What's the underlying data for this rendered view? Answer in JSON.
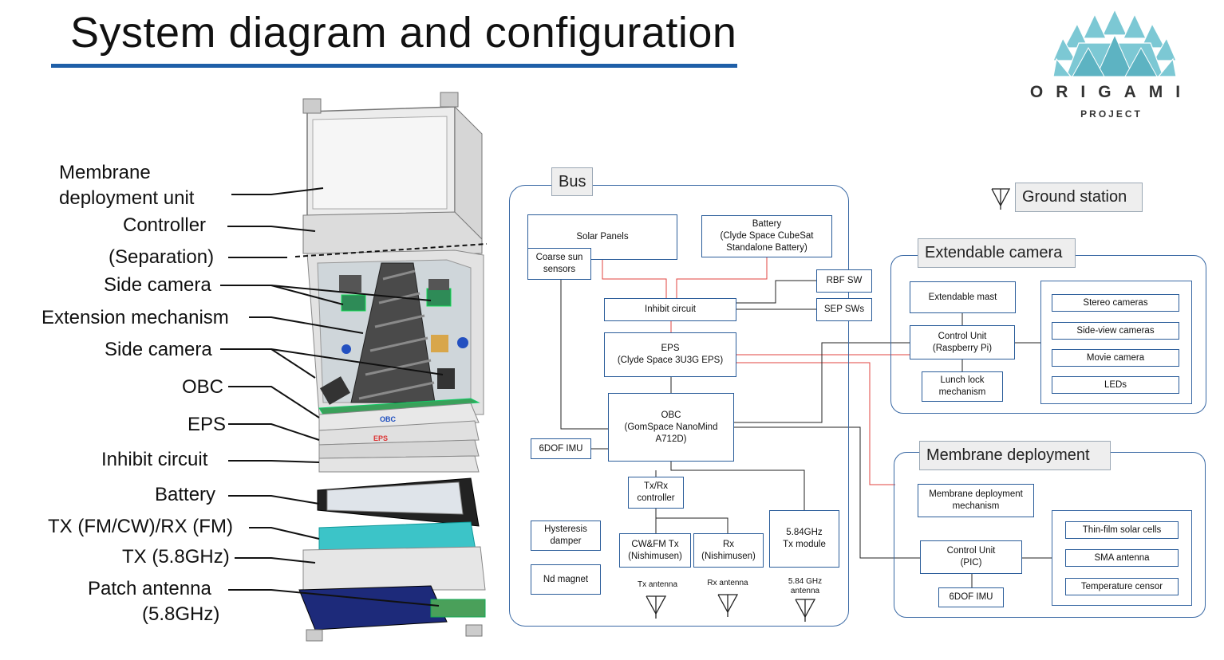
{
  "title": "System diagram and configuration",
  "logo": {
    "word": "ORIGAMI",
    "sub": "PROJECT",
    "color": "#6fc3cf"
  },
  "left_labels": {
    "membrane_1": "Membrane",
    "membrane_2": "deployment unit",
    "controller": "Controller",
    "separation": "(Separation)",
    "side_camera_1": "Side camera",
    "extension": "Extension mechanism",
    "side_camera_2": "Side camera",
    "obc": "OBC",
    "eps": "EPS",
    "inhibit": "Inhibit circuit",
    "battery": "Battery",
    "tx_fm": "TX (FM/CW)/RX (FM)",
    "tx_58": "TX (5.8GHz)",
    "patch_1": "Patch antenna",
    "patch_2": "(5.8GHz)"
  },
  "satellite": {
    "obc_mark": "OBC",
    "eps_mark": "EPS"
  },
  "bus": {
    "title": "Bus",
    "solar_panels": "Solar Panels",
    "coarse_sun": "Coarse sun\nsensors",
    "battery": "Battery\n(Clyde Space CubeSat\nStandalone Battery)",
    "rbf_sw": "RBF SW",
    "sep_sws": "SEP SWs",
    "inhibit": "Inhibit circuit",
    "eps": "EPS\n(Clyde Space 3U3G EPS)",
    "obc": "OBC\n(GomSpace NanoMind\nA712D)",
    "imu": "6DOF IMU",
    "txrx_ctrl": "Tx/Rx\ncontroller",
    "hysteresis": "Hysteresis\ndamper",
    "nd_magnet": "Nd magnet",
    "cwfm_tx": "CW&FM Tx\n(Nishimusen)",
    "rx": "Rx\n(Nishimusen)",
    "tx584": "5.84GHz\nTx module",
    "tx_antenna": "Tx antenna",
    "rx_antenna": "Rx antenna",
    "ghz_antenna": "5.84 GHz\nantenna"
  },
  "ground_station": "Ground station",
  "extendable_camera": {
    "title": "Extendable camera",
    "mast": "Extendable mast",
    "control": "Control Unit\n(Raspberry Pi)",
    "lunch": "Lunch lock\nmechanism",
    "stereo": "Stereo cameras",
    "sideview": "Side-view cameras",
    "movie": "Movie camera",
    "leds": "LEDs"
  },
  "membrane_deployment": {
    "title": "Membrane deployment",
    "mechanism": "Membrane deployment\nmechanism",
    "control": "Control Unit\n(PIC)",
    "imu": "6DOF IMU",
    "thinfilm": "Thin-film solar cells",
    "sma": "SMA antenna",
    "temp": "Temperature censor"
  },
  "colors": {
    "box_border": "#2b5d9a",
    "power_line": "#e0433f",
    "signal_line": "#222222",
    "title_rule": "#1f5fa8"
  }
}
